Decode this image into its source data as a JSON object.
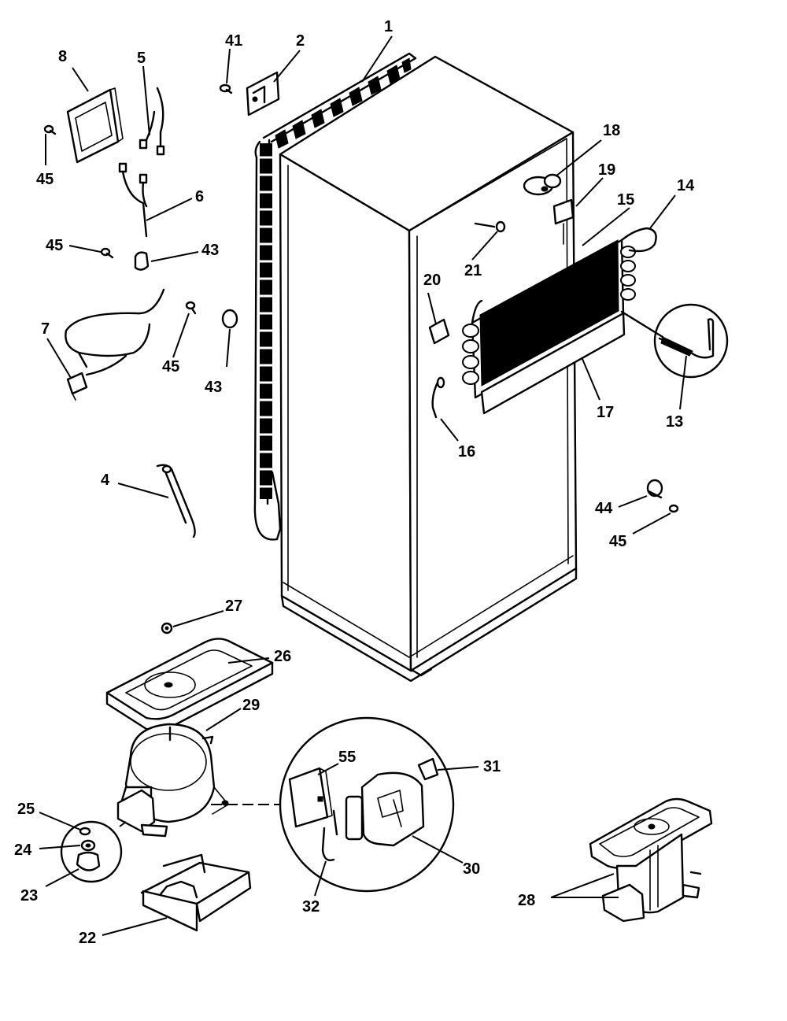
{
  "callouts": [
    {
      "id": "1",
      "text": "1"
    },
    {
      "id": "2",
      "text": "2"
    },
    {
      "id": "4",
      "text": "4"
    },
    {
      "id": "5",
      "text": "5"
    },
    {
      "id": "6",
      "text": "6"
    },
    {
      "id": "7",
      "text": "7"
    },
    {
      "id": "8",
      "text": "8"
    },
    {
      "id": "13",
      "text": "13"
    },
    {
      "id": "14",
      "text": "14"
    },
    {
      "id": "15",
      "text": "15"
    },
    {
      "id": "16",
      "text": "16"
    },
    {
      "id": "17",
      "text": "17"
    },
    {
      "id": "18",
      "text": "18"
    },
    {
      "id": "19",
      "text": "19"
    },
    {
      "id": "20",
      "text": "20"
    },
    {
      "id": "21",
      "text": "21"
    },
    {
      "id": "22",
      "text": "22"
    },
    {
      "id": "23",
      "text": "23"
    },
    {
      "id": "24",
      "text": "24"
    },
    {
      "id": "25",
      "text": "25"
    },
    {
      "id": "26",
      "text": "26"
    },
    {
      "id": "27",
      "text": "27"
    },
    {
      "id": "28",
      "text": "28"
    },
    {
      "id": "29",
      "text": "29"
    },
    {
      "id": "30",
      "text": "30"
    },
    {
      "id": "31",
      "text": "31"
    },
    {
      "id": "32",
      "text": "32"
    },
    {
      "id": "41",
      "text": "41"
    },
    {
      "id": "43a",
      "text": "43"
    },
    {
      "id": "43b",
      "text": "43"
    },
    {
      "id": "44",
      "text": "44"
    },
    {
      "id": "45a",
      "text": "45"
    },
    {
      "id": "45b",
      "text": "45"
    },
    {
      "id": "45c",
      "text": "45"
    },
    {
      "id": "45d",
      "text": "45"
    },
    {
      "id": "55",
      "text": "55"
    }
  ]
}
